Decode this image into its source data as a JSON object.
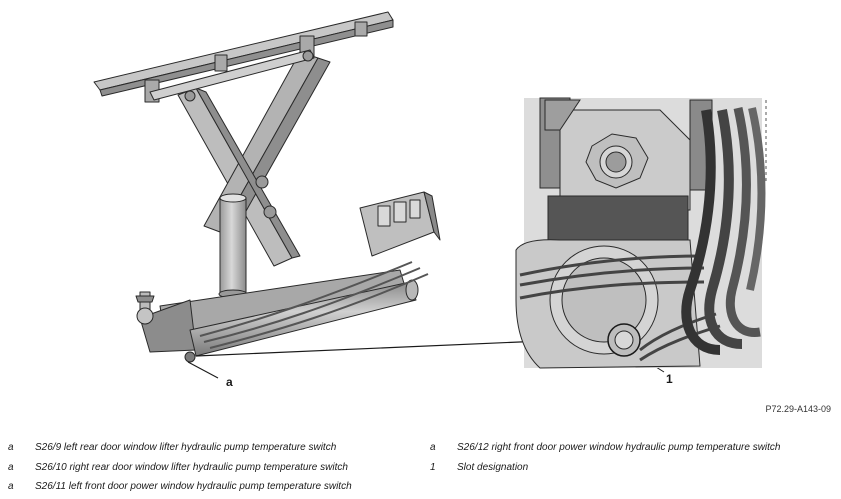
{
  "figure": {
    "callouts": {
      "a": "a",
      "one": "1"
    },
    "reference_code": "P72.29-A143-09"
  },
  "legend": {
    "left": [
      {
        "key": "a",
        "text": "S26/9 left rear door window lifter hydraulic pump temperature switch"
      },
      {
        "key": "a",
        "text": "S26/10 right rear door window lifter hydraulic pump temperature switch"
      },
      {
        "key": "a",
        "text": "S26/11 left front door power window hydraulic pump temperature switch"
      }
    ],
    "right": [
      {
        "key": "a",
        "text": "S26/12 right front door power window hydraulic pump temperature switch"
      },
      {
        "key": "1",
        "text": "Slot designation"
      }
    ]
  },
  "colors": {
    "part_fill": "#c9c9c9",
    "part_dark": "#555555",
    "outline": "#2a2a2a",
    "light": "#e4e4e4"
  }
}
